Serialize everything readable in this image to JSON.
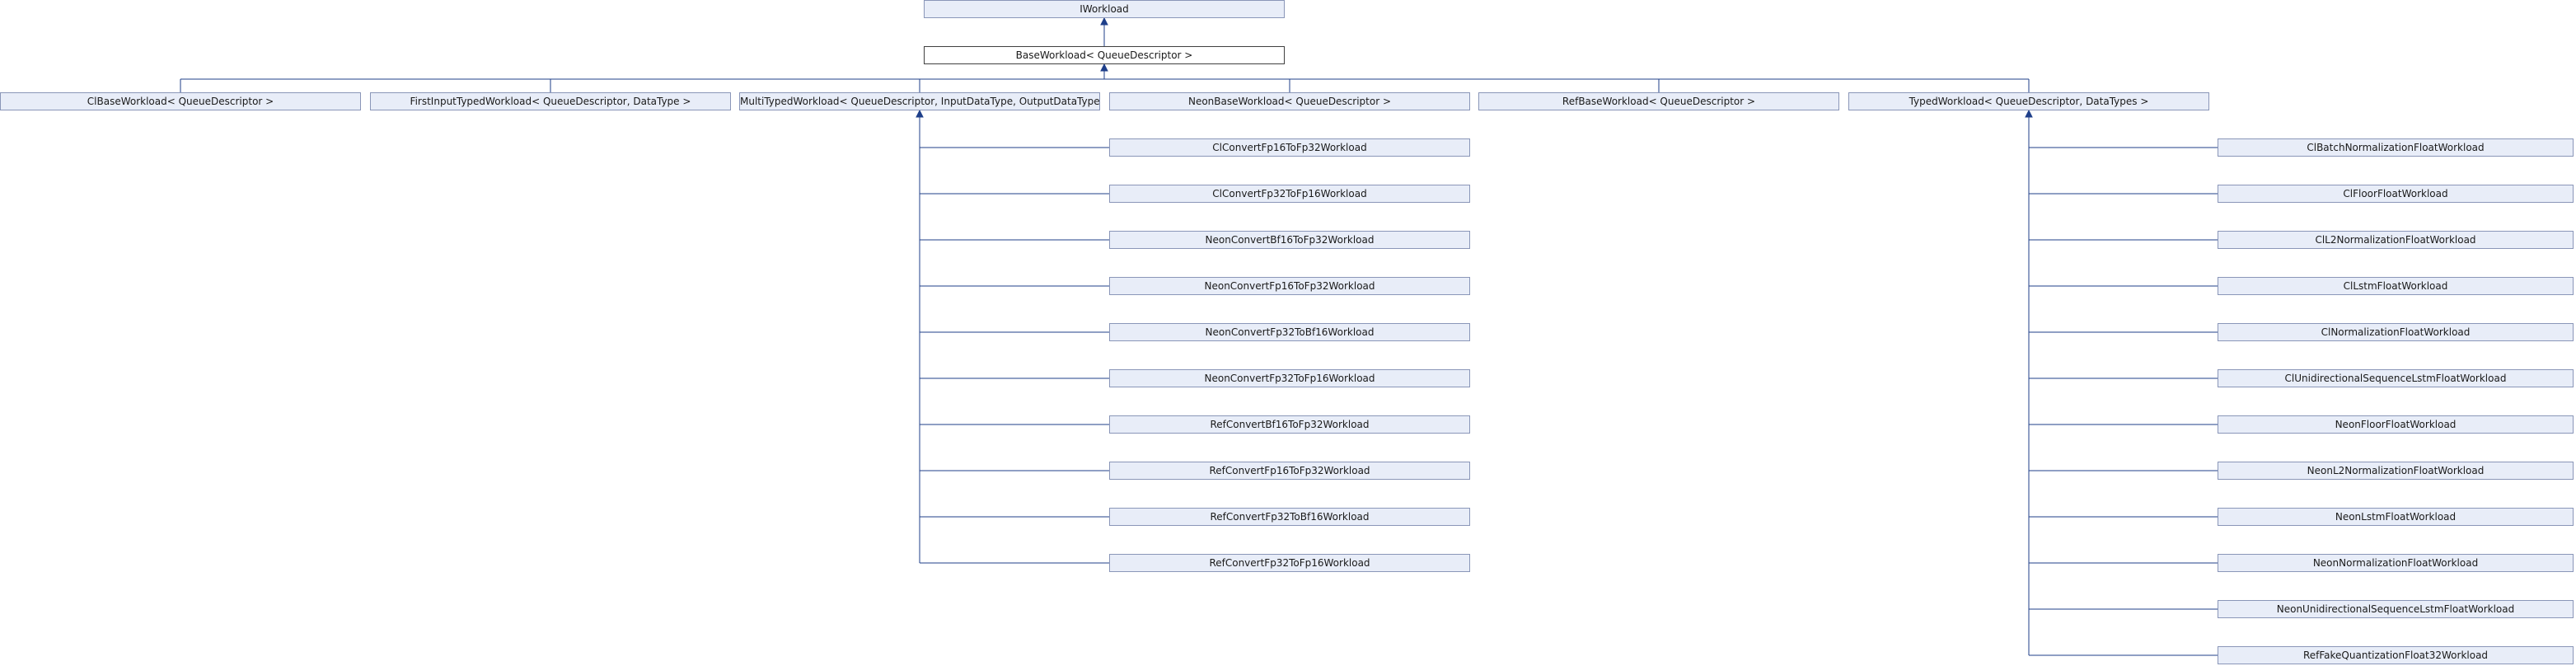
{
  "diagram": {
    "nodes": [
      {
        "id": "iworkload",
        "label": "IWorkload"
      },
      {
        "id": "baseworkload",
        "label": "BaseWorkload< QueueDescriptor >",
        "current": true
      },
      {
        "id": "clbase",
        "label": "ClBaseWorkload< QueueDescriptor >"
      },
      {
        "id": "firstinput",
        "label": "FirstInputTypedWorkload< QueueDescriptor, DataType >"
      },
      {
        "id": "multityped",
        "label": "MultiTypedWorkload< QueueDescriptor, InputDataType, OutputDataType >"
      },
      {
        "id": "neonbase",
        "label": "NeonBaseWorkload< QueueDescriptor >"
      },
      {
        "id": "refbase",
        "label": "RefBaseWorkload< QueueDescriptor >"
      },
      {
        "id": "typed",
        "label": "TypedWorkload< QueueDescriptor, DataTypes >"
      },
      {
        "id": "m1",
        "label": "ClConvertFp16ToFp32Workload"
      },
      {
        "id": "m2",
        "label": "ClConvertFp32ToFp16Workload"
      },
      {
        "id": "m3",
        "label": "NeonConvertBf16ToFp32Workload"
      },
      {
        "id": "m4",
        "label": "NeonConvertFp16ToFp32Workload"
      },
      {
        "id": "m5",
        "label": "NeonConvertFp32ToBf16Workload"
      },
      {
        "id": "m6",
        "label": "NeonConvertFp32ToFp16Workload"
      },
      {
        "id": "m7",
        "label": "RefConvertBf16ToFp32Workload"
      },
      {
        "id": "m8",
        "label": "RefConvertFp16ToFp32Workload"
      },
      {
        "id": "m9",
        "label": "RefConvertFp32ToBf16Workload"
      },
      {
        "id": "m10",
        "label": "RefConvertFp32ToFp16Workload"
      },
      {
        "id": "t1",
        "label": "ClBatchNormalizationFloatWorkload"
      },
      {
        "id": "t2",
        "label": "ClFloorFloatWorkload"
      },
      {
        "id": "t3",
        "label": "ClL2NormalizationFloatWorkload"
      },
      {
        "id": "t4",
        "label": "ClLstmFloatWorkload"
      },
      {
        "id": "t5",
        "label": "ClNormalizationFloatWorkload"
      },
      {
        "id": "t6",
        "label": "ClUnidirectionalSequenceLstmFloatWorkload"
      },
      {
        "id": "t7",
        "label": "NeonFloorFloatWorkload"
      },
      {
        "id": "t8",
        "label": "NeonL2NormalizationFloatWorkload"
      },
      {
        "id": "t9",
        "label": "NeonLstmFloatWorkload"
      },
      {
        "id": "t10",
        "label": "NeonNormalizationFloatWorkload"
      },
      {
        "id": "t11",
        "label": "NeonUnidirectionalSequenceLstmFloatWorkload"
      },
      {
        "id": "t12",
        "label": "RefFakeQuantizationFloat32Workload"
      }
    ],
    "edges": [
      {
        "from": "baseworkload",
        "to": "iworkload"
      },
      {
        "from": "clbase",
        "to": "baseworkload"
      },
      {
        "from": "firstinput",
        "to": "baseworkload"
      },
      {
        "from": "multityped",
        "to": "baseworkload"
      },
      {
        "from": "neonbase",
        "to": "baseworkload"
      },
      {
        "from": "refbase",
        "to": "baseworkload"
      },
      {
        "from": "typed",
        "to": "baseworkload"
      },
      {
        "from": "m1",
        "to": "multityped"
      },
      {
        "from": "m2",
        "to": "multityped"
      },
      {
        "from": "m3",
        "to": "multityped"
      },
      {
        "from": "m4",
        "to": "multityped"
      },
      {
        "from": "m5",
        "to": "multityped"
      },
      {
        "from": "m6",
        "to": "multityped"
      },
      {
        "from": "m7",
        "to": "multityped"
      },
      {
        "from": "m8",
        "to": "multityped"
      },
      {
        "from": "m9",
        "to": "multityped"
      },
      {
        "from": "m10",
        "to": "multityped"
      },
      {
        "from": "t1",
        "to": "typed"
      },
      {
        "from": "t2",
        "to": "typed"
      },
      {
        "from": "t3",
        "to": "typed"
      },
      {
        "from": "t4",
        "to": "typed"
      },
      {
        "from": "t5",
        "to": "typed"
      },
      {
        "from": "t6",
        "to": "typed"
      },
      {
        "from": "t7",
        "to": "typed"
      },
      {
        "from": "t8",
        "to": "typed"
      },
      {
        "from": "t9",
        "to": "typed"
      },
      {
        "from": "t10",
        "to": "typed"
      },
      {
        "from": "t11",
        "to": "typed"
      },
      {
        "from": "t12",
        "to": "typed"
      }
    ],
    "colors": {
      "node_fill": "#e8edf8",
      "node_border": "#8a96b8",
      "current_fill": "#ffffff",
      "current_border": "#404040",
      "edge": "#1f3f8a"
    }
  }
}
